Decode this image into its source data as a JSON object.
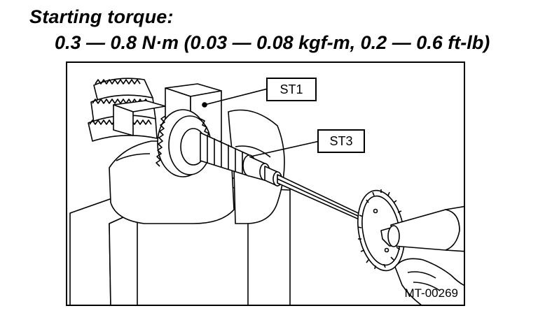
{
  "heading": "Starting torque:",
  "torque_spec": "0.3 — 0.8 N·m (0.03 — 0.08 kgf-m, 0.2 — 0.6 ft-lb)",
  "illustration": {
    "callouts": [
      {
        "label": "ST1"
      },
      {
        "label": "ST3"
      }
    ],
    "figure_id": "MT-00269"
  }
}
